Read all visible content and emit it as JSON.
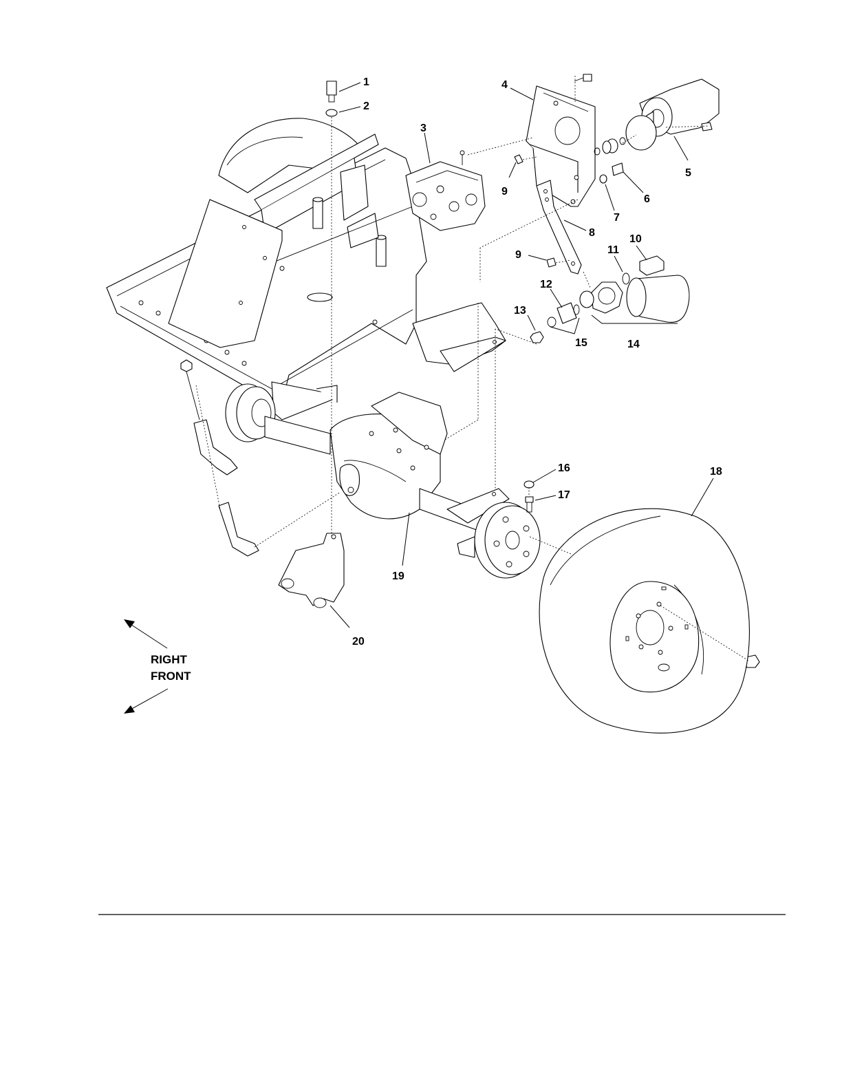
{
  "diagram": {
    "callouts": [
      {
        "id": "1",
        "label": "1"
      },
      {
        "id": "2",
        "label": "2"
      },
      {
        "id": "3",
        "label": "3"
      },
      {
        "id": "4",
        "label": "4"
      },
      {
        "id": "5",
        "label": "5"
      },
      {
        "id": "6",
        "label": "6"
      },
      {
        "id": "7",
        "label": "7"
      },
      {
        "id": "8",
        "label": "8"
      },
      {
        "id": "9a",
        "label": "9"
      },
      {
        "id": "9b",
        "label": "9"
      },
      {
        "id": "10",
        "label": "10"
      },
      {
        "id": "11",
        "label": "11"
      },
      {
        "id": "12",
        "label": "12"
      },
      {
        "id": "13",
        "label": "13"
      },
      {
        "id": "14",
        "label": "14"
      },
      {
        "id": "15",
        "label": "15"
      },
      {
        "id": "16",
        "label": "16"
      },
      {
        "id": "17",
        "label": "17"
      },
      {
        "id": "18",
        "label": "18"
      },
      {
        "id": "19",
        "label": "19"
      },
      {
        "id": "20",
        "label": "20"
      }
    ],
    "direction_labels": {
      "right": "RIGHT",
      "front": "FRONT"
    }
  }
}
